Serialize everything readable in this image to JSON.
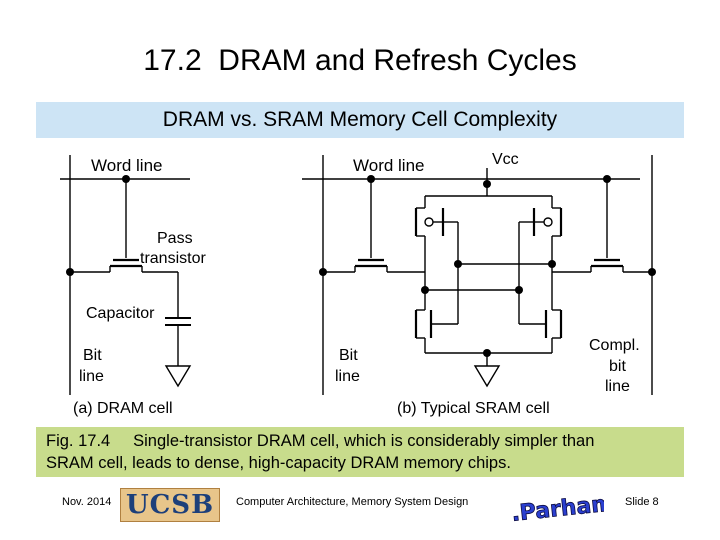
{
  "slide": {
    "title": "17.2  DRAM and Refresh Cycles",
    "subtitle": "DRAM vs. SRAM Memory Cell Complexity"
  },
  "diagram": {
    "dram": {
      "word_line": "Word line",
      "pass_transistor": [
        "Pass",
        "transistor"
      ],
      "capacitor": "Capacitor",
      "bit_line": [
        "Bit",
        "line"
      ],
      "caption": "(a) DRAM cell"
    },
    "sram": {
      "word_line": "Word line",
      "vcc": "Vcc",
      "bit_line": [
        "Bit",
        "line"
      ],
      "compl_bit_line": [
        "Compl.",
        "bit",
        "line"
      ],
      "caption": "(b) Typical SRAM cell"
    }
  },
  "caption": {
    "line1": "Fig. 17.4     Single-transistor DRAM cell, which is considerably simpler than",
    "line2": "SRAM cell, leads to dense, high-capacity DRAM memory chips."
  },
  "footer": {
    "date": "Nov. 2014",
    "course": "Computer Architecture, Memory System Design",
    "slide_number": "Slide 8",
    "ucsb_logo_text": "UCSB",
    "author_logo_text": "B.Parhami"
  },
  "colors": {
    "subtitle_band": "#cde4f5",
    "caption_band": "#c8dc8c"
  }
}
